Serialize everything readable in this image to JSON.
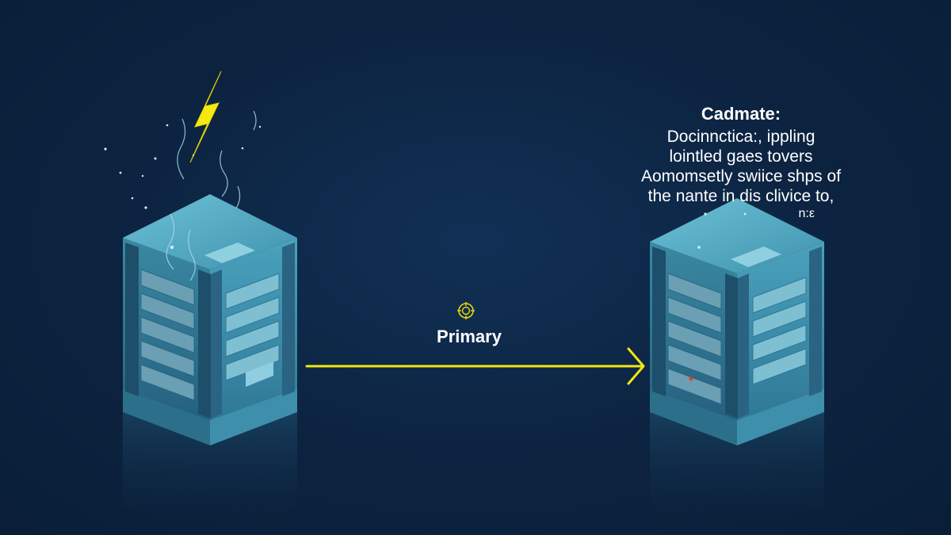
{
  "link": {
    "label": "Primary",
    "color": "#f2e611"
  },
  "caption": {
    "title": "Cadmate:",
    "lines": [
      "Docinnctica:, ippling",
      "lointled gaes tovers",
      "Aomomsetly swiice shps of",
      "the nante in dis clivice to,"
    ],
    "tail": "n:ε"
  },
  "servers": [
    {
      "role": "source",
      "status_icon": "lightning-bolt-icon"
    },
    {
      "role": "destination"
    }
  ],
  "colors": {
    "background": "#0c2340",
    "server_top": "#4fa6bf",
    "server_side_light": "#3e8ea8",
    "server_side_dark": "#2a6c86",
    "bolt": "#f5e90f",
    "arrow": "#f2e611"
  }
}
